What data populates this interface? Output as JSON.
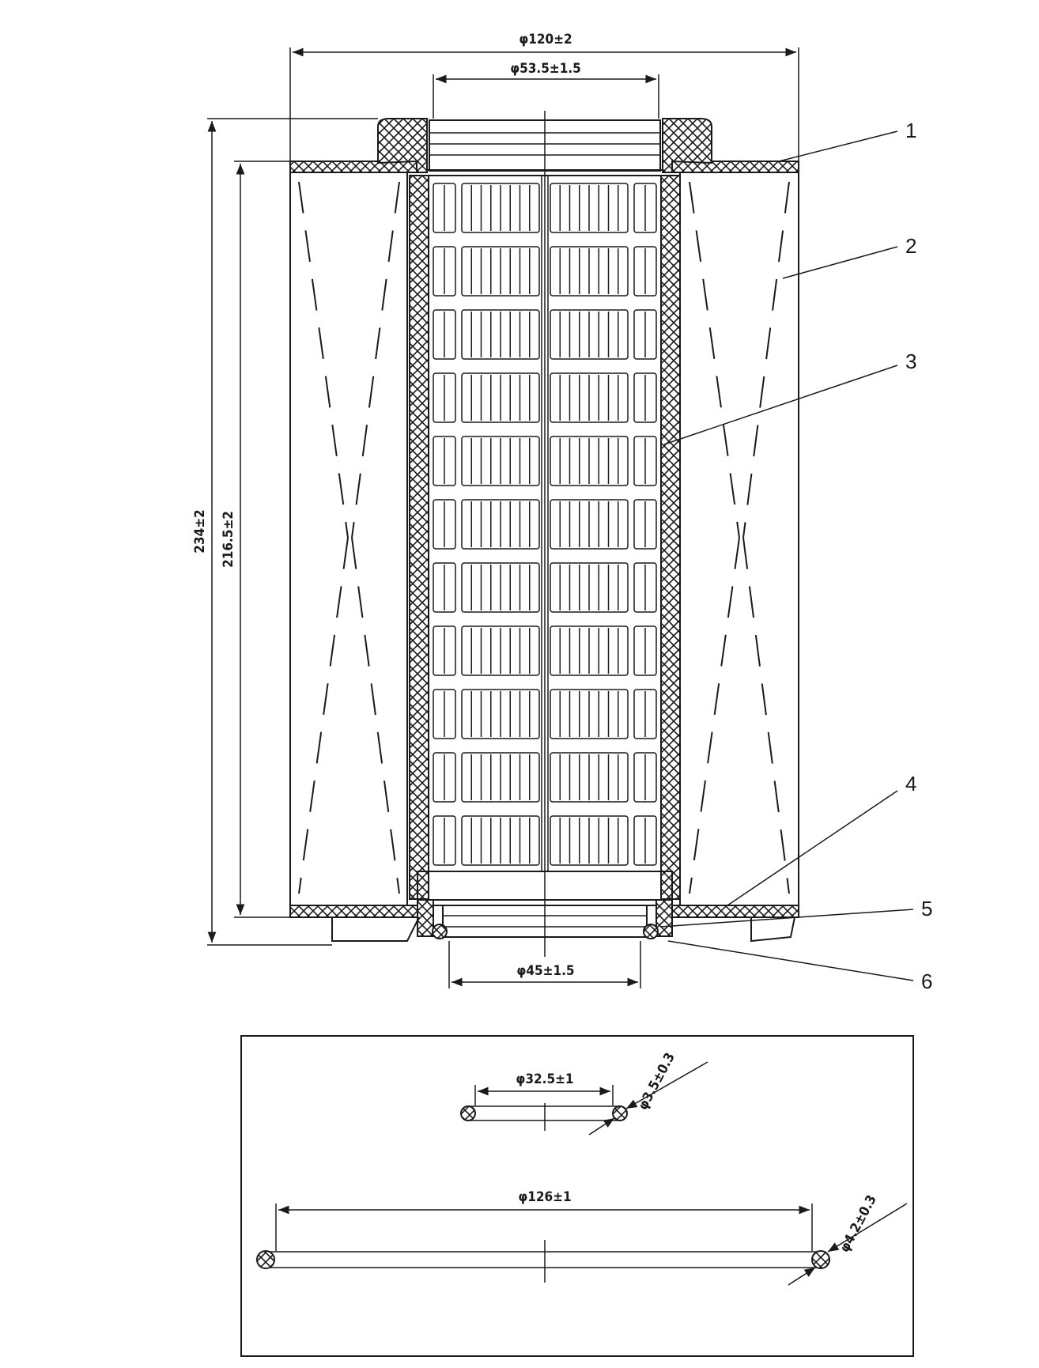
{
  "dimensions": {
    "outer_diameter": "φ120±2",
    "inner_diameter": "φ53.5±1.5",
    "bottom_diameter": "φ45±1.5",
    "overall_height": "234±2",
    "media_height": "216.5±2"
  },
  "callouts": [
    "1",
    "2",
    "3",
    "4",
    "5",
    "6"
  ],
  "seal_detail": {
    "small_oring_diameter": "φ32.5±1",
    "small_oring_cross_section": "φ3.5±0.3",
    "large_oring_diameter": "φ126±1",
    "large_oring_cross_section": "φ4.2±0.3"
  }
}
